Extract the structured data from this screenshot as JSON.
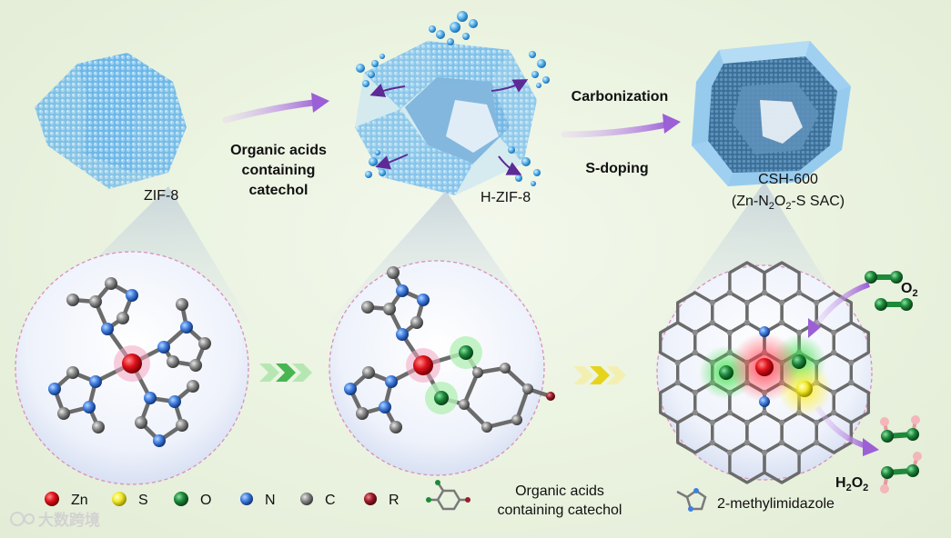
{
  "stages": {
    "zif8": "ZIF-8",
    "hzif8": "H-ZIF-8",
    "csh_name": "CSH-600",
    "csh_formula": {
      "open": "(Zn-N",
      "s1": "2",
      "mid": "O",
      "s2": "2",
      "close": "-S SAC)"
    }
  },
  "arrows": {
    "step1": [
      "Organic acids",
      "containing",
      "catechol"
    ],
    "step2_top": "Carbonization",
    "step2_bottom": "S-doping"
  },
  "molecules": {
    "o2": {
      "base": "O",
      "sub": "2"
    },
    "h2o2": {
      "h": "H",
      "hs": "2",
      "o": "O",
      "os": "2"
    }
  },
  "legend": {
    "atoms": [
      {
        "symbol": "Zn",
        "color": "#e0121b"
      },
      {
        "symbol": "S",
        "color": "#f2ea2a"
      },
      {
        "symbol": "O",
        "color": "#1d8a3a"
      },
      {
        "symbol": "N",
        "color": "#3f7fe0"
      },
      {
        "symbol": "C",
        "color": "#8a8a8a"
      },
      {
        "symbol": "R",
        "color": "#a01c2a"
      }
    ],
    "catechol": [
      "Organic acids",
      "containing catechol"
    ],
    "imidazole": "2-methylimidazole"
  },
  "watermark": "大数跨境",
  "colors": {
    "arrow": "#9b5fd6",
    "shell": "#6fb3e8",
    "green": "#1d8a3a"
  }
}
